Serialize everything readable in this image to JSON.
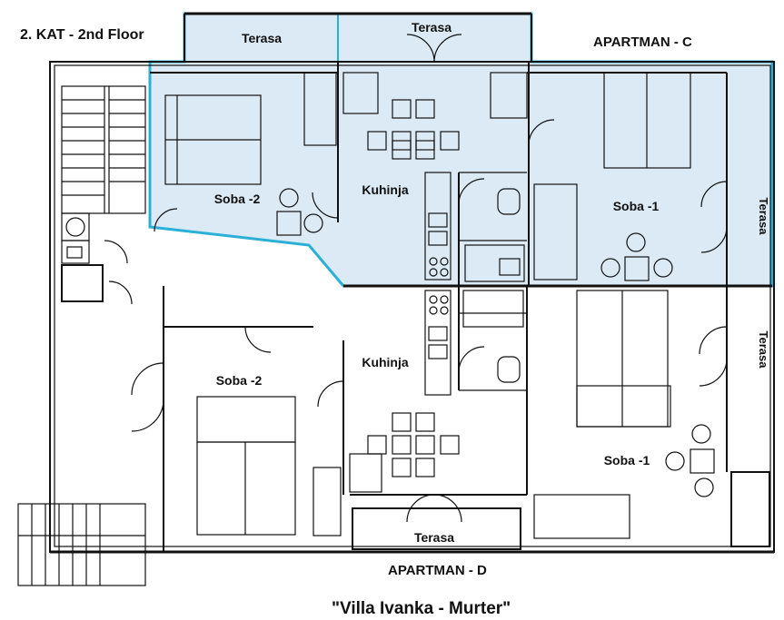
{
  "header": {
    "floor_title": "2. KAT - 2nd Floor",
    "apartment_c": "APARTMAN - C",
    "apartment_d": "APARTMAN - D",
    "villa_title": "\"Villa Ivanka - Murter\""
  },
  "apartment_c": {
    "highlight_fill": "#dbeaf5",
    "highlight_stroke": "#2ab0d8",
    "rooms": {
      "terasa_left": "Terasa",
      "terasa_top": "Terasa",
      "terasa_right": "Terasa",
      "bedroom_2": "Soba -2",
      "kitchen": "Kuhinja",
      "bedroom_1": "Soba -1"
    }
  },
  "apartment_d": {
    "rooms": {
      "bedroom_2": "Soba -2",
      "kitchen": "Kuhinja",
      "bedroom_1": "Soba -1",
      "terasa_bottom": "Terasa",
      "terasa_right": "Terasa"
    }
  }
}
